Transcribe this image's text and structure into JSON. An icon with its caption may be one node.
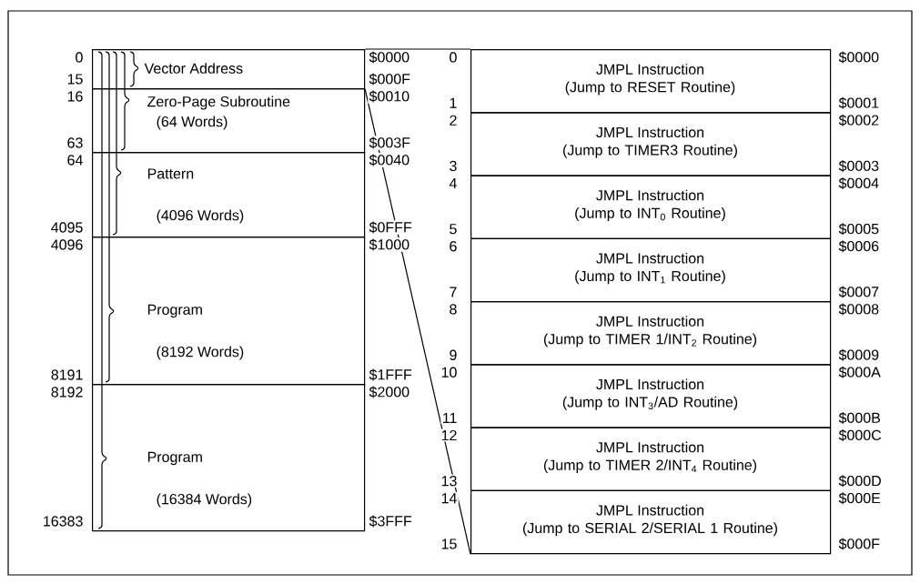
{
  "diagram": {
    "nodes": [
      {
        "text": [
          "Vector Address"
        ],
        "beside": [
          "0",
          "$0000",
          "15",
          "$000F"
        ]
      },
      {
        "text": [
          "Zero-Page Subroutine",
          "(64 Words)"
        ],
        "beside": [
          "16",
          "$0010",
          "63",
          "$003F"
        ]
      },
      {
        "text": [
          "Pattern",
          "(4096 Words)"
        ],
        "beside": [
          "64",
          "$0040",
          "4095",
          "$0FFF"
        ]
      },
      {
        "text": [
          "Program",
          "(8192 Words)"
        ],
        "beside": [
          "4096",
          "$1000",
          "8191",
          "$1FFF"
        ]
      },
      {
        "text": [
          "Program",
          "(16384 Words)"
        ],
        "beside": [
          "8192",
          "$2000",
          "16383",
          "$3FFF"
        ]
      },
      {
        "text": [
          "JMPL Instruction",
          "(Jump to RESET Routine)"
        ],
        "beside": [
          "0",
          "$0000",
          "1",
          "$0001"
        ]
      },
      {
        "text": [
          "JMPL Instruction",
          "(Jump to TIMER3 Routine)"
        ],
        "beside": [
          "2",
          "$0002",
          "3",
          "$0003"
        ]
      },
      {
        "text": [
          "JMPL Instruction",
          "(Jump to INT$_{0}$ Routine)"
        ],
        "beside": [
          "4",
          "$0004",
          "5",
          "$0005"
        ]
      },
      {
        "text": [
          "JMPL Instruction",
          "(Jump to INT$_{1}$ Routine)"
        ],
        "beside": [
          "6",
          "$0006",
          "7",
          "$0007"
        ]
      },
      {
        "text": [
          "JMPL Instruction",
          "(Jump to TIMER 1/INT$_{2}$ Routine)"
        ],
        "beside": [
          "8",
          "$0008",
          "9",
          "$0009"
        ]
      },
      {
        "text": [
          "JMPL Instruction",
          "(Jump to INT$_{3}$/AD Routine)"
        ],
        "beside": [
          "10",
          "$000A",
          "11",
          "$000B"
        ]
      },
      {
        "text": [
          "JMPL Instruction",
          "(Jump to TIMER 2/INT$_{4}$ Routine)"
        ],
        "beside": [
          "12",
          "$000C",
          "13",
          "$000D"
        ]
      },
      {
        "text": [
          "JMPL Instruction",
          "(Jump to SERIAL 2/SERIAL 1 Routine)"
        ],
        "beside": [
          "14",
          "$000E",
          "15",
          "$000F"
        ]
      }
    ],
    "edges": [
      {
        "from": 0,
        "to": 5,
        "arrow": "none"
      },
      {
        "from": 0,
        "to": 12,
        "arrow": "none"
      }
    ]
  }
}
